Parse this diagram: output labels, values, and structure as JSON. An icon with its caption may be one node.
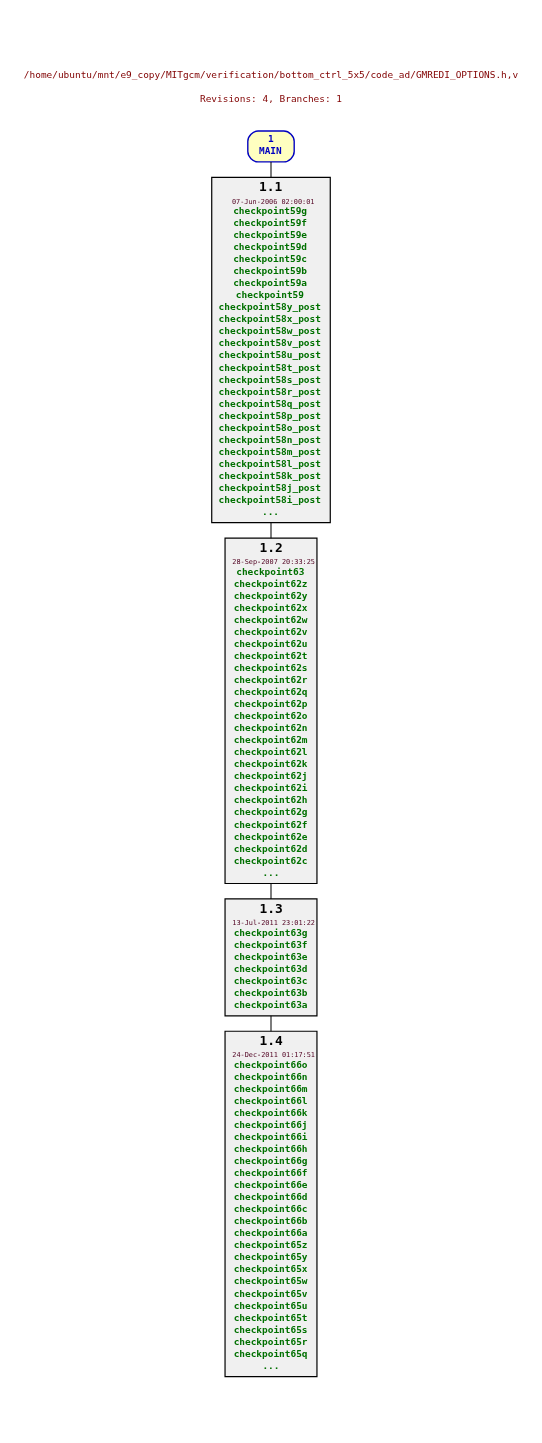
{
  "diagram": {
    "title": "/home/ubuntu/mnt/e9_copy/MITgcm/verification/bottom_ctrl_5x5/code_ad/GMREDI_OPTIONS.h,v",
    "nodes": [
      {
        "text": [
          "1",
          "MAIN"
        ]
      },
      {
        "text": [
          "1.1",
          "07-Jun-2006 02:00:01",
          "checkpoint59g",
          "checkpoint59f",
          "checkpoint59e",
          "checkpoint59d",
          "checkpoint59c",
          "checkpoint59b",
          "checkpoint59a",
          "checkpoint59",
          "checkpoint58y_post",
          "checkpoint58x_post",
          "checkpoint58w_post",
          "checkpoint58v_post",
          "checkpoint58u_post",
          "checkpoint58t_post",
          "checkpoint58s_post",
          "checkpoint58r_post",
          "checkpoint58q_post",
          "checkpoint58p_post",
          "checkpoint58o_post",
          "checkpoint58n_post",
          "checkpoint58m_post",
          "checkpoint58l_post",
          "checkpoint58k_post",
          "checkpoint58j_post",
          "checkpoint58i_post",
          "..."
        ]
      },
      {
        "text": [
          "1.2",
          "28-Sep-2007 20:33:25",
          "checkpoint63",
          "checkpoint62z",
          "checkpoint62y",
          "checkpoint62x",
          "checkpoint62w",
          "checkpoint62v",
          "checkpoint62u",
          "checkpoint62t",
          "checkpoint62s",
          "checkpoint62r",
          "checkpoint62q",
          "checkpoint62p",
          "checkpoint62o",
          "checkpoint62n",
          "checkpoint62m",
          "checkpoint62l",
          "checkpoint62k",
          "checkpoint62j",
          "checkpoint62i",
          "checkpoint62h",
          "checkpoint62g",
          "checkpoint62f",
          "checkpoint62e",
          "checkpoint62d",
          "checkpoint62c",
          "..."
        ]
      },
      {
        "text": [
          "1.3",
          "13-Jul-2011 23:01:22",
          "checkpoint63g",
          "checkpoint63f",
          "checkpoint63e",
          "checkpoint63d",
          "checkpoint63c",
          "checkpoint63b",
          "checkpoint63a"
        ]
      },
      {
        "text": [
          "1.4",
          "24-Dec-2011 01:17:51",
          "checkpoint66o",
          "checkpoint66n",
          "checkpoint66m",
          "checkpoint66l",
          "checkpoint66k",
          "checkpoint66j",
          "checkpoint66i",
          "checkpoint66h",
          "checkpoint66g",
          "checkpoint66f",
          "checkpoint66e",
          "checkpoint66d",
          "checkpoint66c",
          "checkpoint66b",
          "checkpoint66a",
          "checkpoint65z",
          "checkpoint65y",
          "checkpoint65x",
          "checkpoint65w",
          "checkpoint65v",
          "checkpoint65u",
          "checkpoint65t",
          "checkpoint65s",
          "checkpoint65r",
          "checkpoint65q",
          "..."
        ]
      }
    ],
    "edges": [
      {
        "from": 0,
        "to": 1,
        "arrow": "none"
      },
      {
        "from": 1,
        "to": 2,
        "arrow": "none"
      },
      {
        "from": 2,
        "to": 3,
        "arrow": "none"
      },
      {
        "from": 3,
        "to": 4,
        "arrow": "none"
      }
    ],
    "labels": [
      "Revisions: 4, Branches: 1"
    ]
  }
}
